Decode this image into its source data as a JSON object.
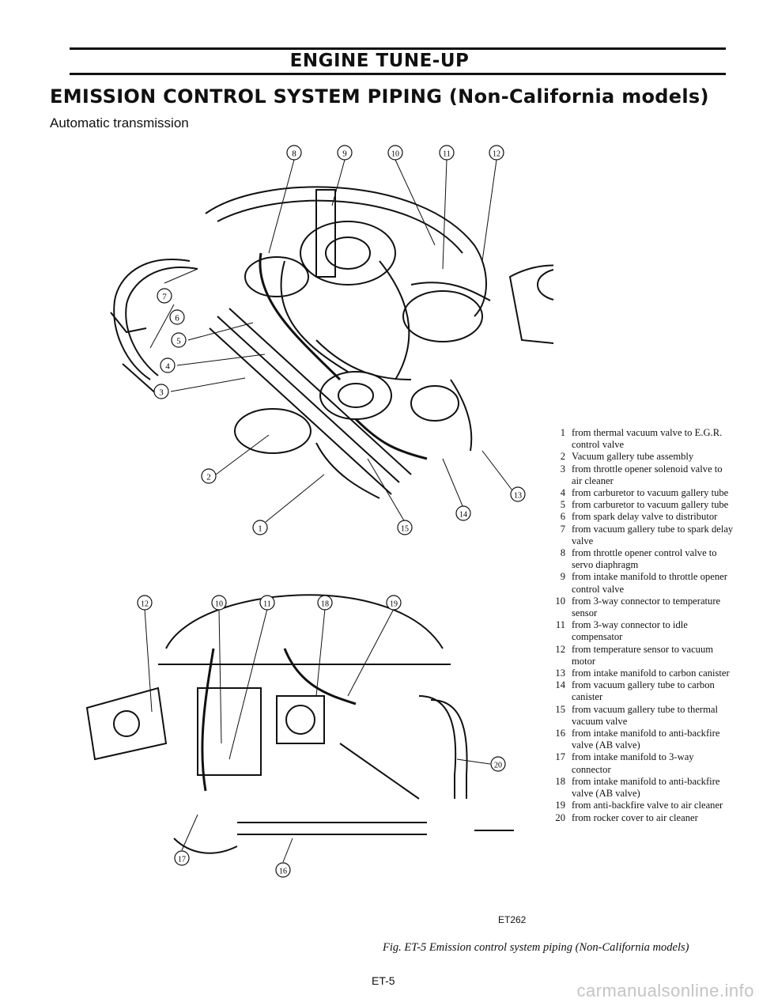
{
  "header": {
    "section_title": "ENGINE TUNE-UP",
    "page_heading": "EMISSION CONTROL SYSTEM PIPING (Non-California models)",
    "subheading": "Automatic transmission"
  },
  "diagram": {
    "callouts_upper": [
      "1",
      "2",
      "3",
      "4",
      "5",
      "6",
      "7",
      "8",
      "9",
      "10",
      "11",
      "12",
      "13",
      "14",
      "15"
    ],
    "callouts_lower": [
      "12",
      "10",
      "11",
      "18",
      "19",
      "20",
      "17",
      "16"
    ]
  },
  "legend": [
    {
      "num": "1",
      "text": "from thermal vacuum valve to E.G.R. control valve"
    },
    {
      "num": "2",
      "text": "Vacuum gallery tube assembly"
    },
    {
      "num": "3",
      "text": "from throttle opener solenoid valve to air cleaner"
    },
    {
      "num": "4",
      "text": "from carburetor to vacuum gallery tube"
    },
    {
      "num": "5",
      "text": "from carburetor to vacuum gallery tube"
    },
    {
      "num": "6",
      "text": "from spark delay valve to distributor"
    },
    {
      "num": "7",
      "text": "from vacuum gallery tube to spark delay valve"
    },
    {
      "num": "8",
      "text": "from throttle opener control valve to servo diaphragm"
    },
    {
      "num": "9",
      "text": "from intake manifold to throttle opener control valve"
    },
    {
      "num": "10",
      "text": "from 3-way connector to temperature sensor"
    },
    {
      "num": "11",
      "text": "from 3-way connector to idle compensator"
    },
    {
      "num": "12",
      "text": "from temperature sensor to vacuum motor"
    },
    {
      "num": "13",
      "text": "from intake manifold to carbon canister"
    },
    {
      "num": "14",
      "text": "from vacuum gallery tube to carbon canister"
    },
    {
      "num": "15",
      "text": "from vacuum gallery tube to thermal vacuum valve"
    },
    {
      "num": "16",
      "text": "from intake manifold to anti-backfire valve (AB valve)"
    },
    {
      "num": "17",
      "text": "from intake manifold to 3-way connector"
    },
    {
      "num": "18",
      "text": "from intake manifold to anti-backfire valve (AB valve)"
    },
    {
      "num": "19",
      "text": "from anti-backfire valve to air cleaner"
    },
    {
      "num": "20",
      "text": "from rocker cover to air cleaner"
    }
  ],
  "figure": {
    "code": "ET262",
    "caption": "Fig. ET-5 Emission control system piping (Non-California models)"
  },
  "footer": {
    "page_number": "ET-5",
    "watermark": "carmanualsonline.info"
  }
}
